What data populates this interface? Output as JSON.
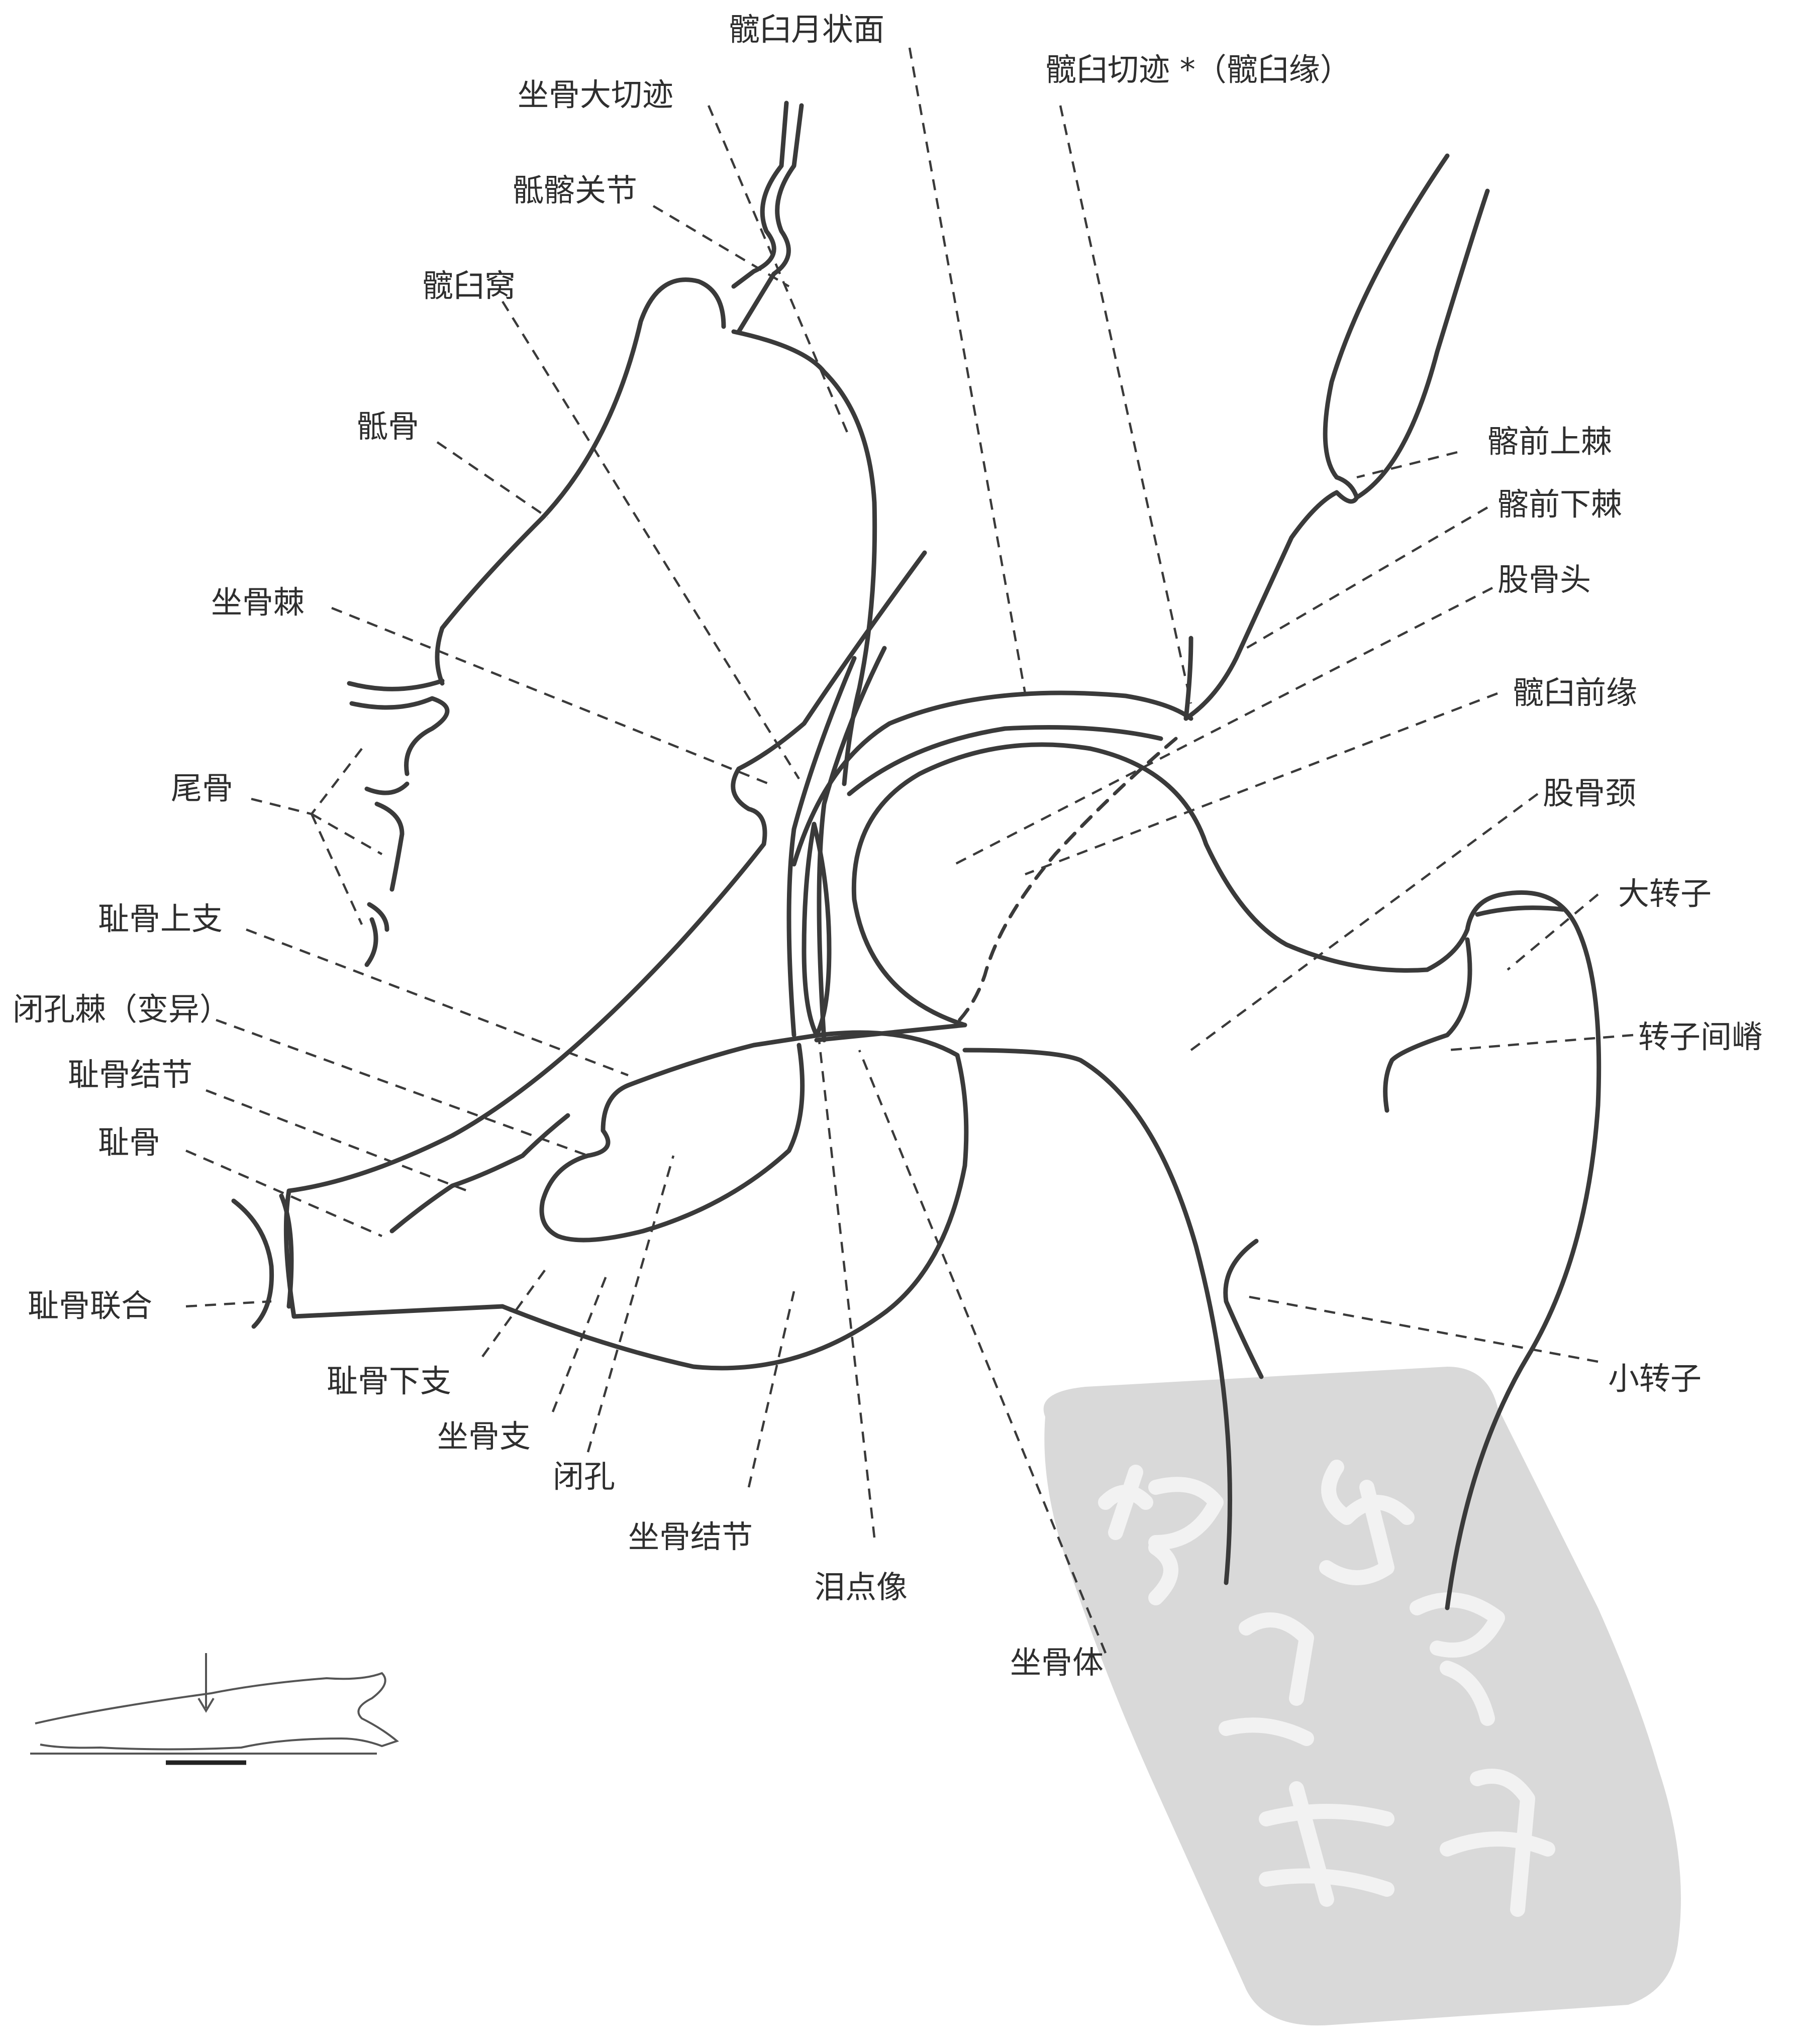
{
  "labels": {
    "acetabular_lunate_surface": "髋臼月状面",
    "greater_sciatic_notch": "坐骨大切迹",
    "acetabular_notch": "髋臼切迹 *（髋臼缘）",
    "sacroiliac_joint": "骶髂关节",
    "acetabular_fossa": "髋臼窝",
    "sacrum": "骶骨",
    "aiis_upper": "髂前上棘",
    "aiis_lower": "髂前下棘",
    "femoral_head": "股骨头",
    "ischial_spine": "坐骨棘",
    "anterior_acetabular_rim": "髋臼前缘",
    "coccyx": "尾骨",
    "femoral_neck": "股骨颈",
    "greater_trochanter": "大转子",
    "superior_pubic_ramus": "耻骨上支",
    "obturator_spine": "闭孔棘（变异）",
    "intertrochanteric_crest": "转子间嵴",
    "pubic_tubercle": "耻骨结节",
    "pubis": "耻骨",
    "pubic_symphysis": "耻骨联合",
    "lesser_trochanter": "小转子",
    "inferior_pubic_ramus": "耻骨下支",
    "ischial_ramus": "坐骨支",
    "obturator_foramen": "闭孔",
    "ischial_tuberosity": "坐骨结节",
    "teardrop": "泪点像",
    "ischial_body": "坐骨体"
  },
  "colors": {
    "line": "#3a3a3a",
    "text": "#2e2e2e",
    "watermark": "#d9d9d9"
  },
  "icons": {
    "position_inset": "patient-position-icon",
    "watermark": "seal-stamp"
  }
}
